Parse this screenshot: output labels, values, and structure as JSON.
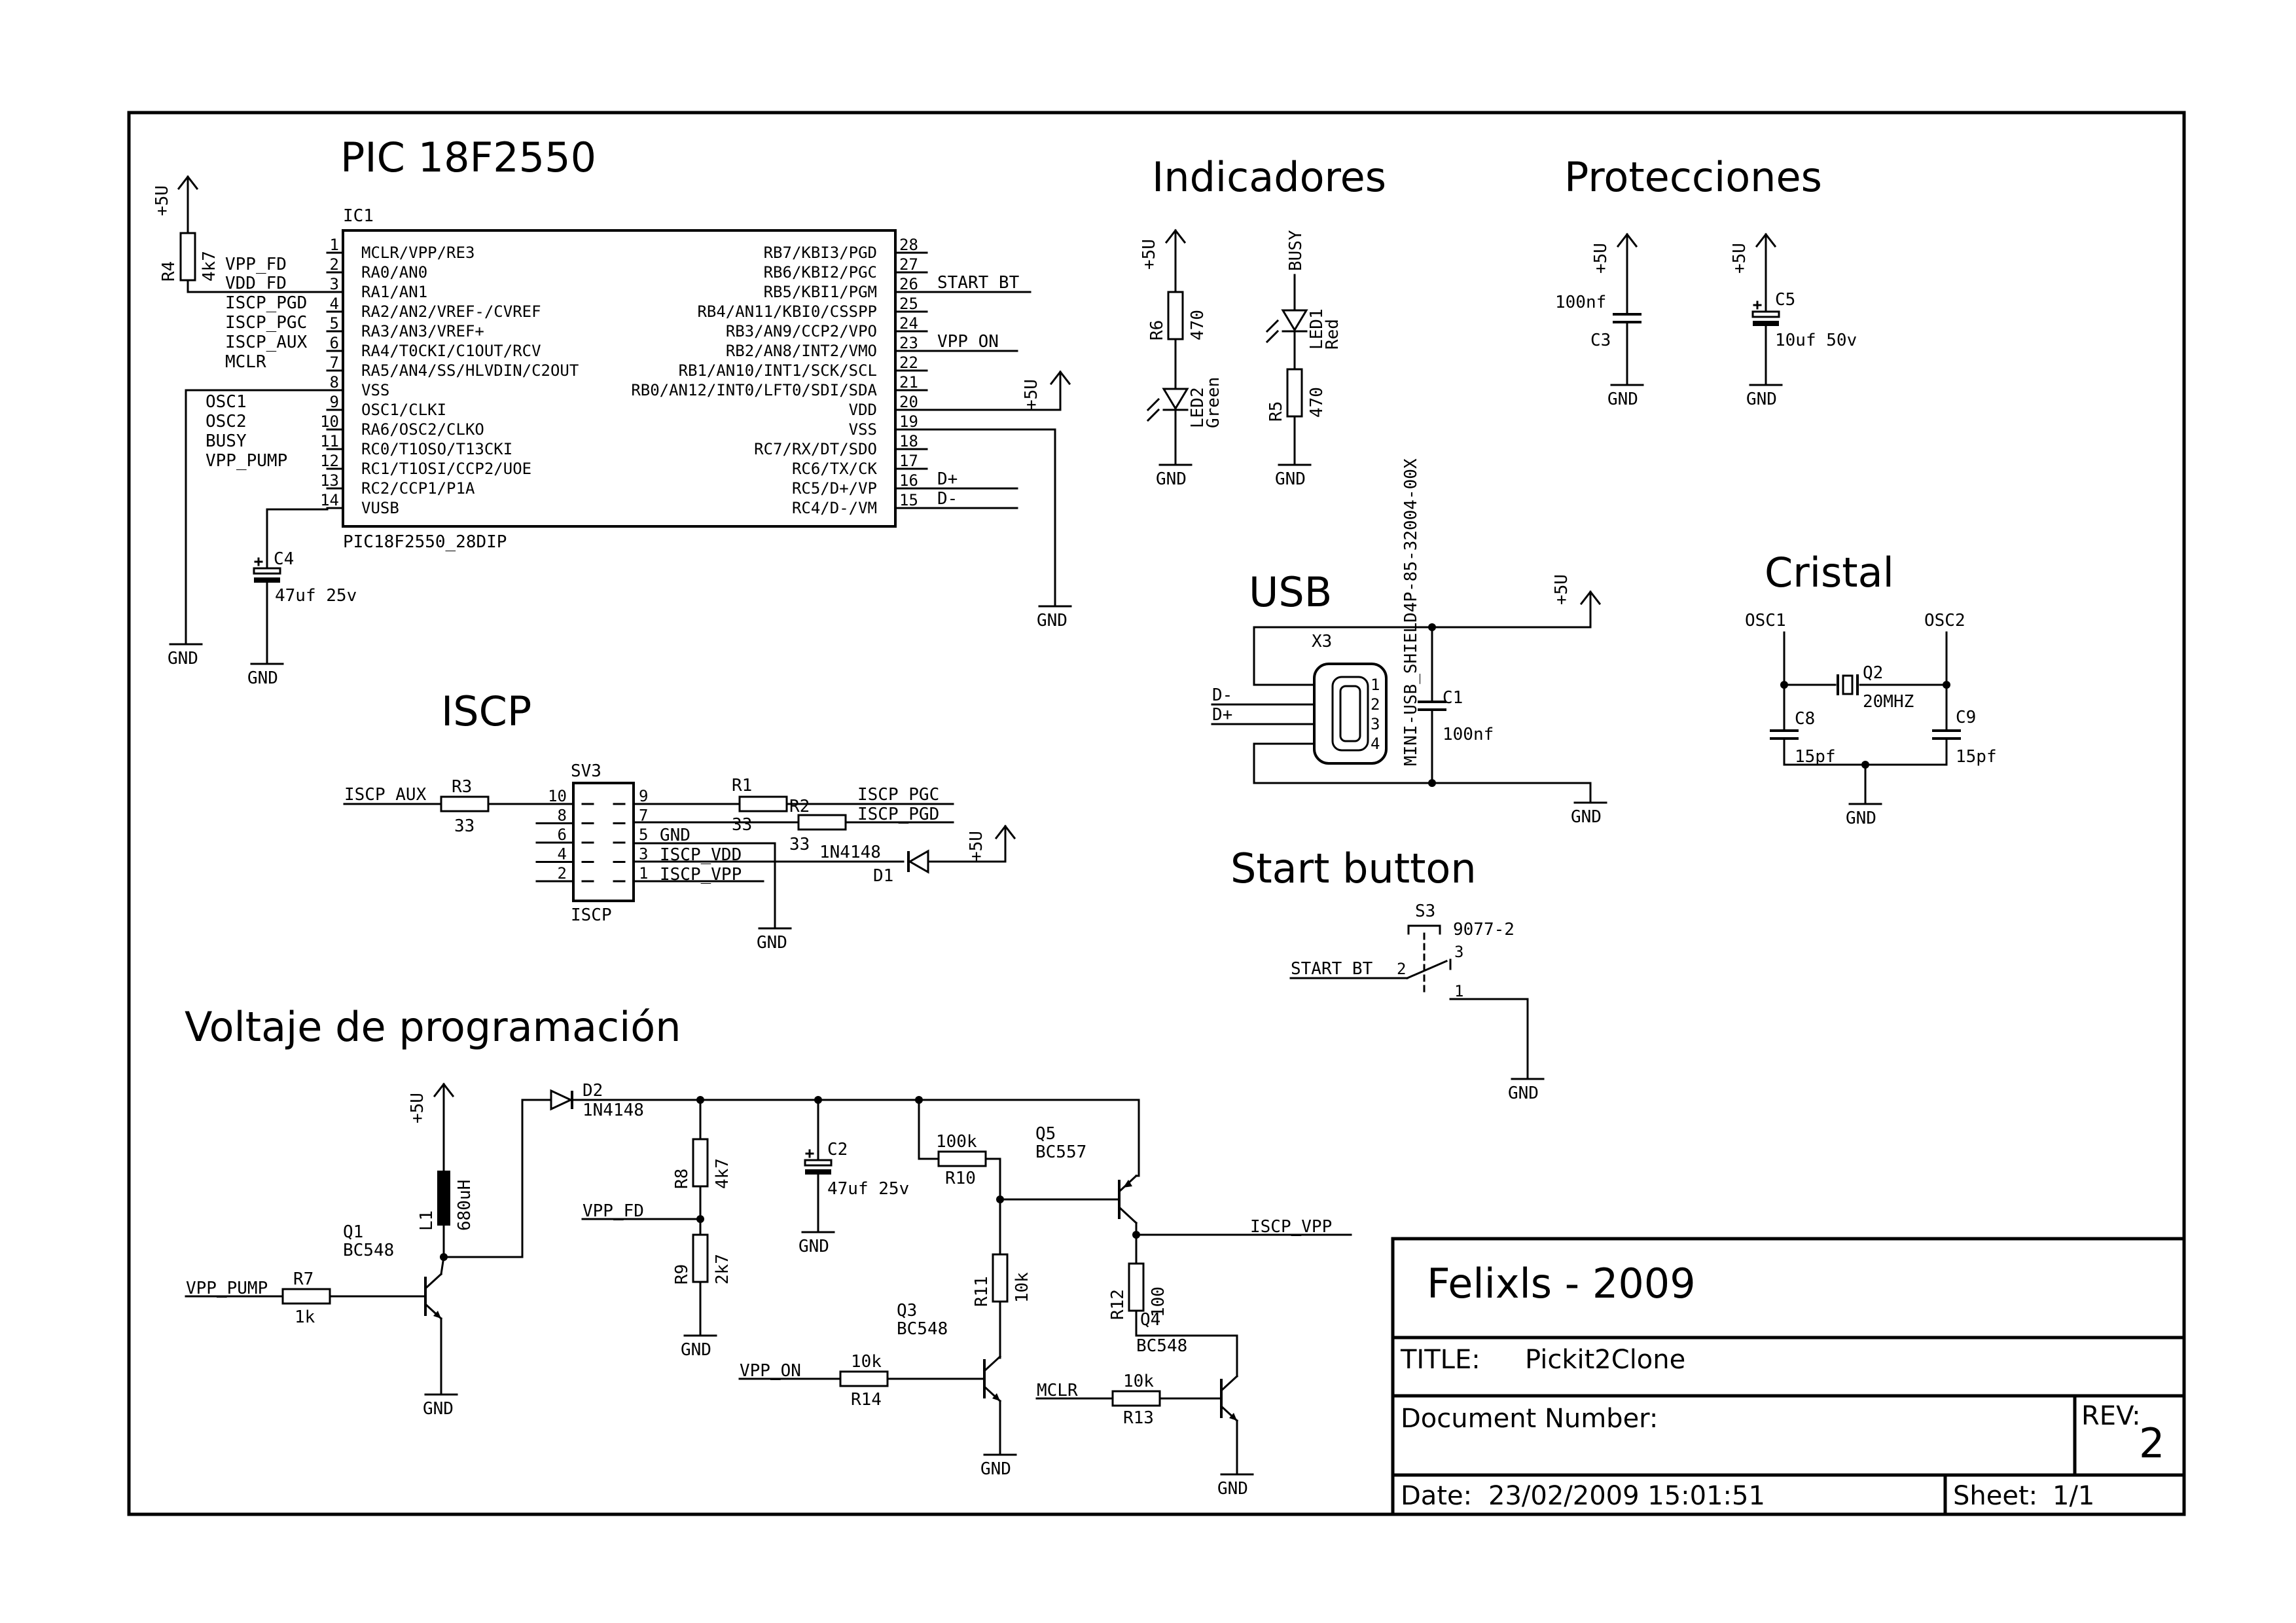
{
  "sections": {
    "pic": "PIC 18F2550",
    "indicadores": "Indicadores",
    "protecciones": "Protecciones",
    "usb": "USB",
    "cristal": "Cristal",
    "iscp": "ISCP",
    "start": "Start button",
    "voltaje": "Voltaje de programación"
  },
  "ic1": {
    "ref": "IC1",
    "part": "PIC18F2550_28DIP",
    "left_pins": [
      {
        "num": "1",
        "func": "MCLR/VPP/RE3"
      },
      {
        "num": "2",
        "func": "RA0/AN0"
      },
      {
        "num": "3",
        "func": "RA1/AN1"
      },
      {
        "num": "4",
        "func": "RA2/AN2/VREF-/CVREF"
      },
      {
        "num": "5",
        "func": "RA3/AN3/VREF+"
      },
      {
        "num": "6",
        "func": "RA4/T0CKI/C1OUT/RCV"
      },
      {
        "num": "7",
        "func": "RA5/AN4/SS/HLVDIN/C2OUT"
      },
      {
        "num": "8",
        "func": "VSS"
      },
      {
        "num": "9",
        "func": "OSC1/CLKI"
      },
      {
        "num": "10",
        "func": "RA6/OSC2/CLKO"
      },
      {
        "num": "11",
        "func": "RC0/T1OSO/T13CKI"
      },
      {
        "num": "12",
        "func": "RC1/T1OSI/CCP2/UOE"
      },
      {
        "num": "13",
        "func": "RC2/CCP1/P1A"
      },
      {
        "num": "14",
        "func": "VUSB"
      }
    ],
    "right_pins": [
      {
        "num": "28",
        "func": "RB7/KBI3/PGD"
      },
      {
        "num": "27",
        "func": "RB6/KBI2/PGC"
      },
      {
        "num": "26",
        "func": "RB5/KBI1/PGM"
      },
      {
        "num": "25",
        "func": "RB4/AN11/KBI0/CSSPP"
      },
      {
        "num": "24",
        "func": "RB3/AN9/CCP2/VPO"
      },
      {
        "num": "23",
        "func": "RB2/AN8/INT2/VMO"
      },
      {
        "num": "22",
        "func": "RB1/AN10/INT1/SCK/SCL"
      },
      {
        "num": "21",
        "func": "RB0/AN12/INT0/LFT0/SDI/SDA"
      },
      {
        "num": "20",
        "func": "VDD"
      },
      {
        "num": "19",
        "func": "VSS"
      },
      {
        "num": "18",
        "func": "RC7/RX/DT/SDO"
      },
      {
        "num": "17",
        "func": "RC6/TX/CK"
      },
      {
        "num": "16",
        "func": "RC5/D+/VP"
      },
      {
        "num": "15",
        "func": "RC4/D-/VM"
      }
    ],
    "left_nets": [
      "VPP_FD",
      "VDD_FD",
      "ISCP_PGD",
      "ISCP_PGC",
      "ISCP_AUX",
      "MCLR",
      "OSC1",
      "OSC2",
      "BUSY",
      "VPP_PUMP"
    ],
    "right_nets": [
      "START_BT",
      "VPP_ON",
      "D+",
      "D-"
    ]
  },
  "power": {
    "vcc": "+5U",
    "gnd": "GND",
    "busy": "BUSY"
  },
  "parts": {
    "r4": {
      "ref": "R4",
      "val": "4k7"
    },
    "c4": {
      "ref": "C4",
      "val": "47uf 25v"
    },
    "r6": {
      "ref": "R6",
      "val": "470"
    },
    "led2": {
      "ref": "LED2",
      "val": "Green"
    },
    "led1": {
      "ref": "LED1",
      "val": "Red"
    },
    "r5": {
      "ref": "R5",
      "val": "470"
    },
    "c3": {
      "ref": "C3",
      "val": "100nf"
    },
    "c5": {
      "ref": "C5",
      "val": "10uf 50v"
    },
    "x3": {
      "ref": "X3",
      "val": "MINI-USB_SHIELD4P-85-32004-00X"
    },
    "c1": {
      "ref": "C1",
      "val": "100nf"
    },
    "q2": {
      "ref": "Q2",
      "val": "20MHZ"
    },
    "c8": {
      "ref": "C8",
      "val": "15pf"
    },
    "c9": {
      "ref": "C9",
      "val": "15pf"
    },
    "osc1": "OSC1",
    "osc2": "OSC2",
    "sv3": {
      "ref": "SV3",
      "val": "ISCP"
    },
    "r3": {
      "ref": "R3",
      "val": "33"
    },
    "r1": {
      "ref": "R1",
      "val": "33"
    },
    "r2": {
      "ref": "R2",
      "val": "33"
    },
    "d1": {
      "ref": "D1",
      "val": "1N4148"
    },
    "s3": {
      "ref": "S3",
      "val": "9077-2"
    },
    "l1": {
      "ref": "L1",
      "val": "680uH"
    },
    "d2": {
      "ref": "D2",
      "val": "1N4148"
    },
    "q1": {
      "ref": "Q1",
      "val": "BC548"
    },
    "r7": {
      "ref": "R7",
      "val": "1k"
    },
    "r8": {
      "ref": "R8",
      "val": "4k7"
    },
    "r9": {
      "ref": "R9",
      "val": "2k7"
    },
    "c2": {
      "ref": "C2",
      "val": "47uf 25v"
    },
    "r10": {
      "ref": "R10",
      "val": "100k"
    },
    "q5": {
      "ref": "Q5",
      "val": "BC557"
    },
    "r11": {
      "ref": "R11",
      "val": "10k"
    },
    "q3": {
      "ref": "Q3",
      "val": "BC548"
    },
    "r14": {
      "ref": "R14",
      "val": "10k"
    },
    "r12": {
      "ref": "R12",
      "val": "100"
    },
    "q4": {
      "ref": "Q4",
      "val": "BC548"
    },
    "r13": {
      "ref": "R13",
      "val": "10k"
    }
  },
  "usb_pins": [
    "1",
    "2",
    "3",
    "4"
  ],
  "usb_nets": [
    "D-",
    "D+"
  ],
  "iscp_nets": {
    "aux": "ISCP_AUX",
    "pgc": "ISCP_PGC",
    "pgd": "ISCP_PGD",
    "gnd": "GND",
    "vdd": "ISCP_VDD",
    "vpp": "ISCP_VPP",
    "left_pins": [
      "10",
      "8",
      "6",
      "4",
      "2"
    ],
    "right_pins": [
      "9",
      "7",
      "5",
      "3",
      "1"
    ]
  },
  "switch_pins": {
    "p2": "2",
    "p3": "3",
    "p1": "1",
    "net": "START_BT"
  },
  "volt_nets": {
    "vpp_pump": "VPP_PUMP",
    "vpp_fd": "VPP_FD",
    "vpp_on": "VPP_ON",
    "mclr": "MCLR",
    "iscp_vpp": "ISCP_VPP"
  },
  "title_block": {
    "author": "Felixls - 2009",
    "title_label": "TITLE:",
    "title": "Pickit2Clone",
    "docnum_label": "Document Number:",
    "rev_label": "REV:",
    "rev": "2",
    "date_label": "Date:",
    "date": "23/02/2009 15:01:51",
    "sheet_label": "Sheet:",
    "sheet": "1/1"
  }
}
